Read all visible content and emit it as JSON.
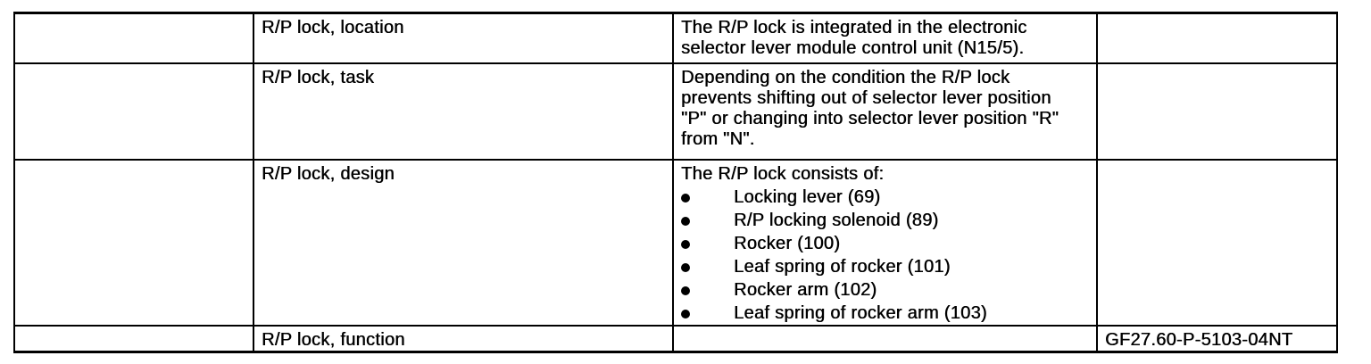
{
  "document": {
    "ref_number": "GF27.60-P-5103-04NT",
    "table": {
      "rows": [
        {
          "label": "R/P lock, location",
          "description_lines": [
            "The R/P lock is integrated in the electronic",
            "selector lever module control unit (N15/5)."
          ],
          "ref": ""
        },
        {
          "label": "R/P lock, task",
          "description_lines": [
            "Depending on the condition the R/P lock",
            "prevents shifting out of selector lever position",
            "\"P\" or changing into selector lever position \"R\"",
            "from \"N\"."
          ],
          "ref": ""
        },
        {
          "label": "R/P lock, design",
          "description_intro": "The R/P lock consists of:",
          "parts": [
            "Locking lever (69)",
            "R/P locking solenoid (89)",
            "Rocker (100)",
            "Leaf spring of rocker (101)",
            "Rocker arm (102)",
            "Leaf spring of rocker arm (103)"
          ],
          "ref": ""
        },
        {
          "label": "R/P lock, function",
          "description_lines": [],
          "ref": "GF27.60-P-5103-04NT"
        }
      ]
    }
  }
}
